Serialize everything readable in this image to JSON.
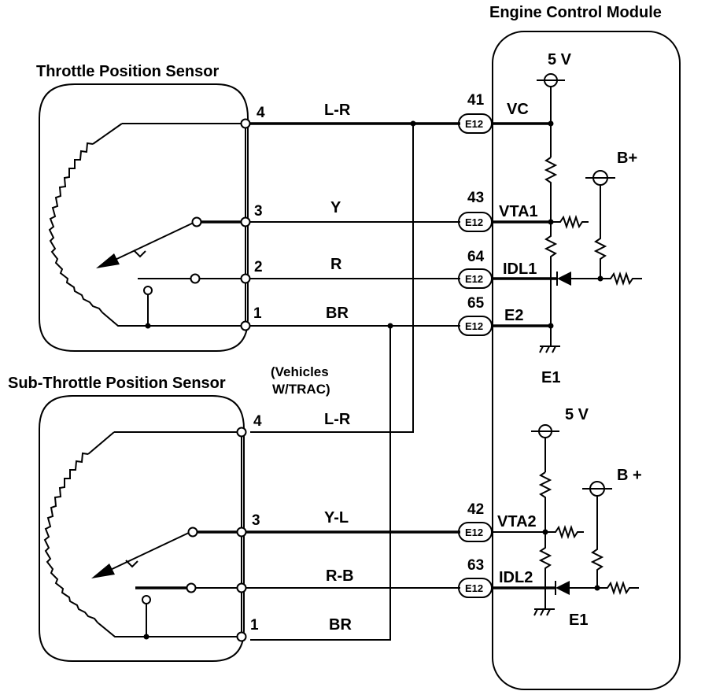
{
  "ecm": {
    "title": "Engine Control Module",
    "supply_top": "5 V",
    "supply_bottom": "5 V",
    "bplus_top": "B+",
    "bplus_bottom": "B +",
    "ground_top": "E1",
    "ground_bottom": "E1",
    "terminals": [
      {
        "pin": "41",
        "connector": "E12",
        "name": "VC"
      },
      {
        "pin": "43",
        "connector": "E12",
        "name": "VTA1"
      },
      {
        "pin": "64",
        "connector": "E12",
        "name": "IDL1"
      },
      {
        "pin": "65",
        "connector": "E12",
        "name": "E2"
      },
      {
        "pin": "42",
        "connector": "E12",
        "name": "VTA2"
      },
      {
        "pin": "63",
        "connector": "E12",
        "name": "IDL2"
      }
    ]
  },
  "sensor1": {
    "title": "Throttle Position Sensor",
    "pins": [
      "4",
      "3",
      "2",
      "1"
    ],
    "wires": [
      "L-R",
      "Y",
      "R",
      "BR"
    ]
  },
  "sensor2": {
    "title": "Sub-Throttle Position Sensor",
    "note_line1": "(Vehicles",
    "note_line2": "W/TRAC)",
    "pins": [
      "4",
      "3",
      "1"
    ],
    "wires": [
      "L-R",
      "Y-L",
      "R-B",
      "BR"
    ]
  }
}
